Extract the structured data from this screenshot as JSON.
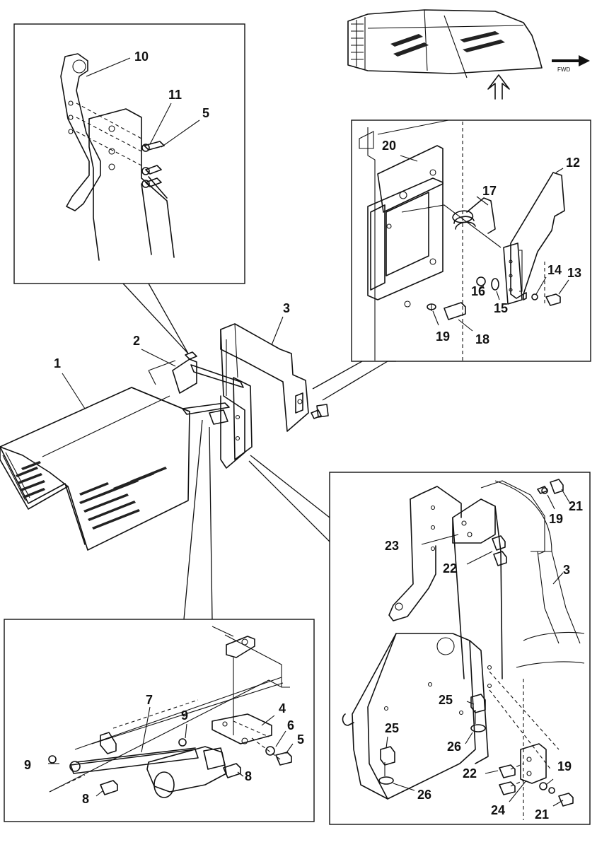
{
  "labels": {
    "p1": "1",
    "p2": "2",
    "p3": "3",
    "p3b": "3",
    "p4": "4",
    "p5a": "5",
    "p5b": "5",
    "p6": "6",
    "p7": "7",
    "p8a": "8",
    "p8b": "8",
    "p9a": "9",
    "p9b": "9",
    "p10": "10",
    "p11": "11",
    "p12": "12",
    "p13": "13",
    "p14": "14",
    "p15": "15",
    "p16": "16",
    "p17": "17",
    "p18": "18",
    "p19a": "19",
    "p19b": "19",
    "p19c": "19",
    "p20": "20",
    "p21a": "21",
    "p21b": "21",
    "p22a": "22",
    "p22b": "22",
    "p23": "23",
    "p24": "24",
    "p25a": "25",
    "p25b": "25",
    "p26a": "26",
    "p26b": "26"
  },
  "fwd": "FWD",
  "icons": {
    "arrow": "forward-arrow-icon",
    "view": "view-arrow-icon"
  }
}
